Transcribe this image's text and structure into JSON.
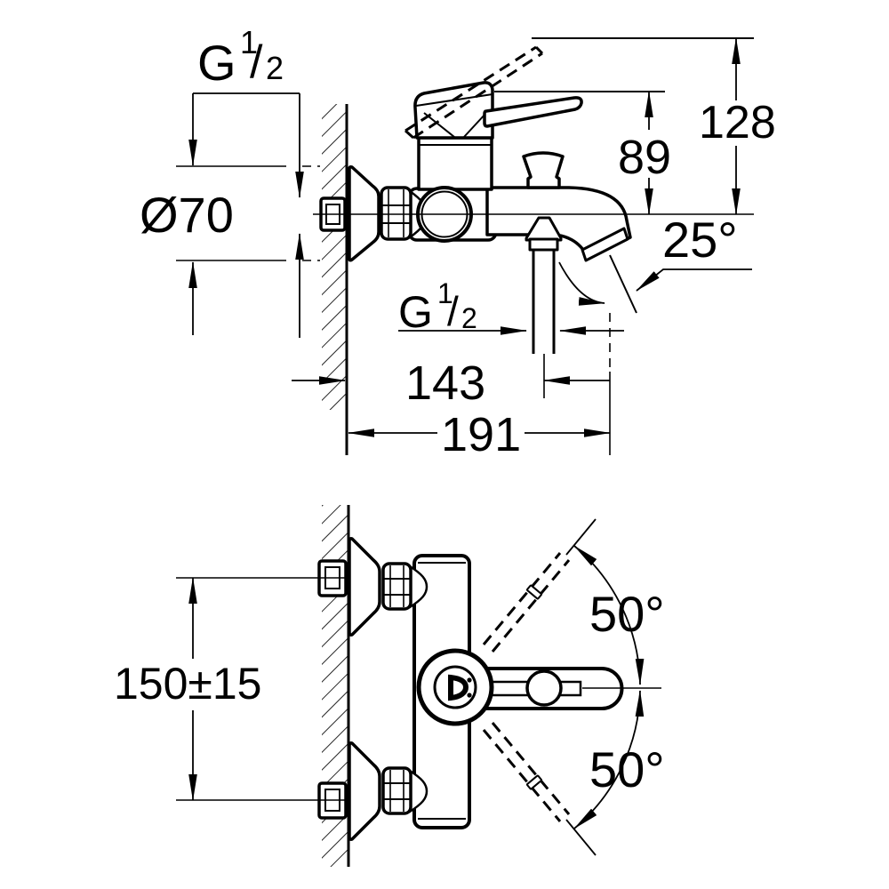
{
  "page": {
    "background": "#ffffff",
    "ink": "#000000"
  },
  "drawing": {
    "type": "technical-dimension-drawing",
    "subject": "wall-mounted single-lever bath shower mixer tap",
    "views": [
      {
        "id": "side-view",
        "description": "side elevation of mixer mounted on wall with spout and shower outlet"
      },
      {
        "id": "plan-view",
        "description": "plan view showing lever swing range"
      }
    ]
  },
  "labels": {
    "thread_wall_g": "G",
    "thread_wall_num": "1",
    "thread_wall_slash": "/",
    "thread_wall_den": "2",
    "escutcheon_diameter": "Ø70",
    "spout_height": "89",
    "overall_height": "128",
    "spout_angle": "25°",
    "thread_shower_g": "G",
    "thread_shower_num": "1",
    "thread_shower_slash": "/",
    "thread_shower_den": "2",
    "wall_to_shower_outlet": "143",
    "wall_to_spout_end": "191",
    "inlet_centre_distance": "150±15",
    "lever_swing_upper": "50°",
    "lever_swing_lower": "50°"
  }
}
